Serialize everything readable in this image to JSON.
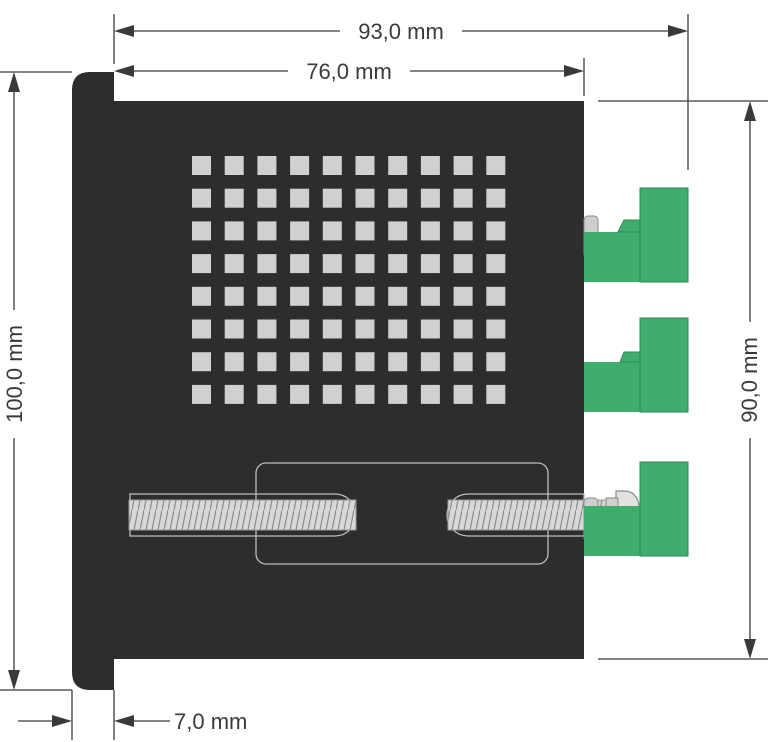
{
  "dimensions": {
    "total_depth": "93,0 mm",
    "housing_depth": "76,0 mm",
    "front_height": "100,0 mm",
    "housing_height": "90,0 mm",
    "bezel_thickness": "7,0 mm"
  },
  "colors": {
    "housing": "#2f2d2c",
    "bezel": "#2f2d2c",
    "vent_squares": "#d0d0d0",
    "connector_green": "#3fae6d",
    "screw_grey": "#c8c8c8",
    "dimension_lines": "#3a3a3a",
    "background": "#ffffff"
  },
  "vent_grid": {
    "rows": 8,
    "columns": 10
  },
  "connectors": {
    "count": 3
  }
}
